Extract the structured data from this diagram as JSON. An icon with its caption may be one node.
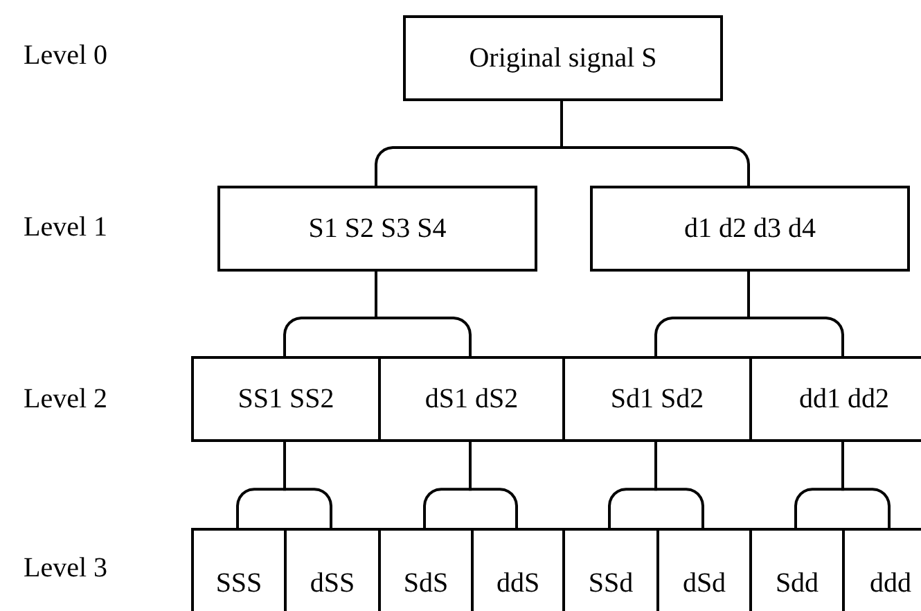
{
  "diagram": {
    "nodes": [
      {
        "text": [
          "Original signal S"
        ]
      },
      {
        "text": [
          "S1 S2 S3 S4"
        ]
      },
      {
        "text": [
          "d1 d2 d3 d4"
        ]
      },
      {
        "text": [
          "SS1 SS2"
        ]
      },
      {
        "text": [
          "dS1 dS2"
        ]
      },
      {
        "text": [
          "Sd1 Sd2"
        ]
      },
      {
        "text": [
          "dd1 dd2"
        ]
      },
      {
        "text": [
          "SSS"
        ]
      },
      {
        "text": [
          "dSS"
        ]
      },
      {
        "text": [
          "SdS"
        ]
      },
      {
        "text": [
          "ddS"
        ]
      },
      {
        "text": [
          "SSd"
        ]
      },
      {
        "text": [
          "dSd"
        ]
      },
      {
        "text": [
          "Sdd"
        ]
      },
      {
        "text": [
          "ddd"
        ]
      }
    ],
    "edges": [
      {
        "from": 0,
        "to": 1,
        "arrow": "none"
      },
      {
        "from": 0,
        "to": 2,
        "arrow": "none"
      },
      {
        "from": 1,
        "to": 3,
        "arrow": "none"
      },
      {
        "from": 1,
        "to": 4,
        "arrow": "none"
      },
      {
        "from": 2,
        "to": 5,
        "arrow": "none"
      },
      {
        "from": 2,
        "to": 6,
        "arrow": "none"
      },
      {
        "from": 3,
        "to": 7,
        "arrow": "none"
      },
      {
        "from": 3,
        "to": 8,
        "arrow": "none"
      },
      {
        "from": 4,
        "to": 9,
        "arrow": "none"
      },
      {
        "from": 4,
        "to": 10,
        "arrow": "none"
      },
      {
        "from": 5,
        "to": 11,
        "arrow": "none"
      },
      {
        "from": 5,
        "to": 12,
        "arrow": "none"
      },
      {
        "from": 6,
        "to": 13,
        "arrow": "none"
      },
      {
        "from": 6,
        "to": 14,
        "arrow": "none"
      }
    ],
    "labels": [
      "Level 0",
      "Level 1",
      "Level 2",
      "Level 3"
    ]
  }
}
